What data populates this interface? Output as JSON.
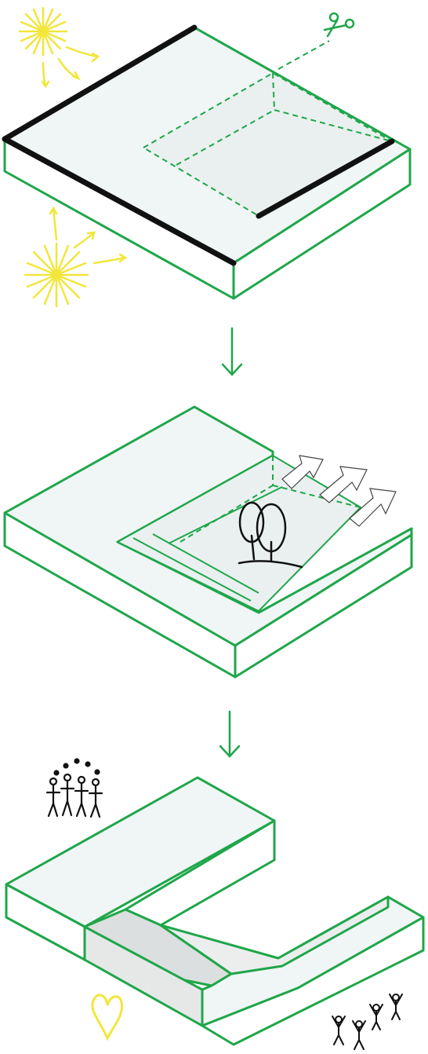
{
  "diagram": {
    "steps": [
      {
        "name": "existing-block",
        "icons": [
          "sun-icon",
          "sun-icon",
          "scissors-icon"
        ]
      },
      {
        "name": "carved-courtyard",
        "icons": [
          "tree-icon",
          "upward-arrows-icon"
        ]
      },
      {
        "name": "stepped-l-shape",
        "icons": [
          "people-group-icon",
          "heart-icon",
          "children-icon"
        ]
      }
    ],
    "colors": {
      "outline": "#1fa64a",
      "top_fill": "#f0f5f5",
      "cut_fill": "#e4e7e7",
      "sun": "#f2e63a",
      "ink": "#111111",
      "hatch": "#cccccc"
    }
  }
}
